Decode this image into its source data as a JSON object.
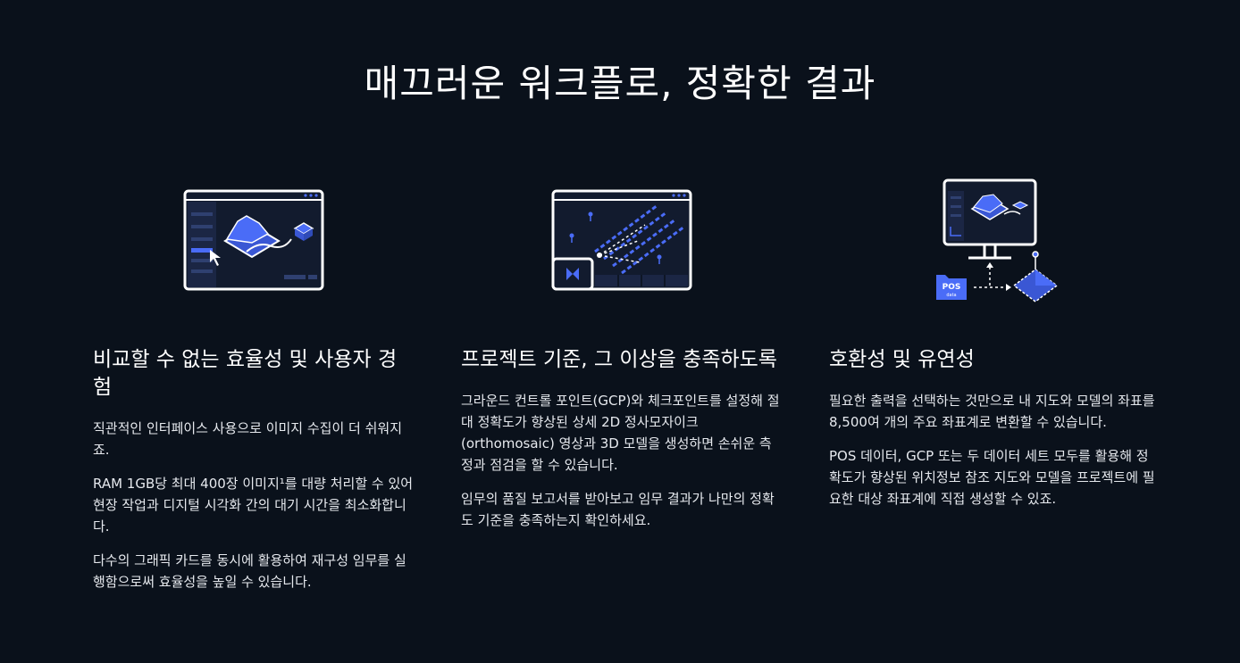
{
  "page": {
    "title": "매끄러운 워크플로, 정확한 결과"
  },
  "colors": {
    "background": "#0a111b",
    "accent_blue": "#4a6cf7",
    "window_border": "#ffffff",
    "panel_dark": "#1b2644"
  },
  "features": [
    {
      "icon": "software-window-3d-model-icon",
      "title": "비교할 수 없는 효율성 및 사용자 경험",
      "paragraphs": [
        "직관적인 인터페이스 사용으로 이미지 수집이 더 쉬워지죠.",
        "RAM 1GB당 최대 400장 이미지¹를 대량 처리할 수 있어 현장 작업과 디지털 시각화 간의 대기 시간을 최소화합니다.",
        "다수의 그래픽 카드를 동시에 활용하여 재구성 임무를 실행함으로써 효율성을 높일 수 있습니다."
      ]
    },
    {
      "icon": "gcp-checkpoint-grid-icon",
      "title": "프로젝트 기준, 그 이상을 충족하도록",
      "paragraphs": [
        "그라운드 컨트롤 포인트(GCP)와 체크포인트를 설정해 절대 정확도가 향상된 상세 2D 정사모자이크(orthomosaic) 영상과 3D 모델을 생성하면 손쉬운 측정과 점검을 할 수 있습니다.",
        "임무의 품질 보고서를 받아보고 임무 결과가 나만의 정확도 기준을 충족하는지 확인하세요."
      ]
    },
    {
      "icon": "monitor-pos-data-icon",
      "pos_label": "POS",
      "pos_sub": "data",
      "title": "호환성 및 유연성",
      "paragraphs": [
        "필요한 출력을 선택하는 것만으로 내 지도와 모델의 좌표를 8,500여 개의 주요 좌표계로 변환할 수 있습니다.",
        "POS 데이터, GCP 또는 두 데이터 세트 모두를 활용해 정확도가 향상된 위치정보 참조 지도와 모델을 프로젝트에 필요한 대상 좌표계에 직접 생성할 수 있죠."
      ]
    }
  ]
}
